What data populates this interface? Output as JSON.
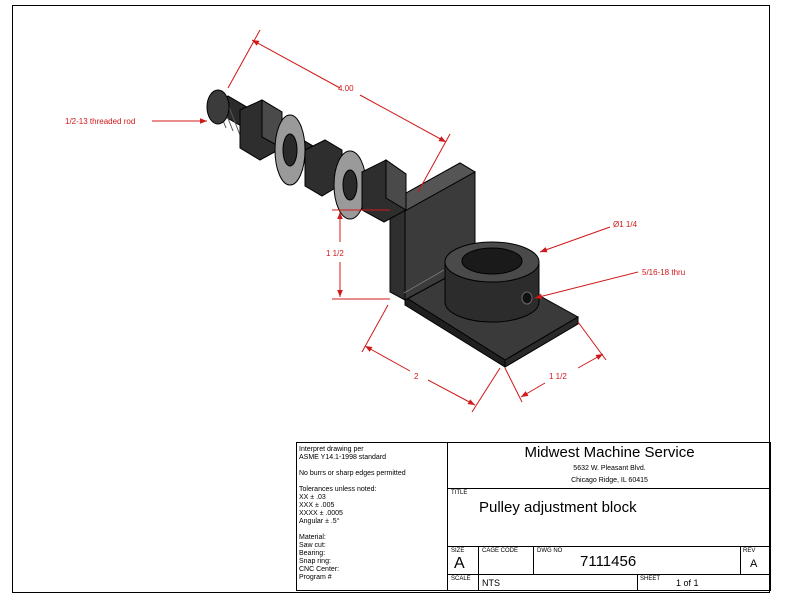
{
  "drawing": {
    "callouts": {
      "rod": "1/2-13 threaded rod",
      "length": "4.00",
      "height": "1 1/2",
      "bore": "Ø1 1/4",
      "hole": "5/16-18 thru",
      "width": "2",
      "depth": "1 1/2"
    }
  },
  "notes": {
    "interpret_1": "Interpret drawing per",
    "interpret_2": "ASME Y14.1-1998 standard",
    "burrs": "No burrs or sharp edges permitted",
    "tol_heading": "Tolerances unless noted:",
    "tol_xx": "XX ± .03",
    "tol_xxx": "XXX ± .005",
    "tol_xxxx": "XXXX ± .0005",
    "tol_angular": "Angular ± .5°",
    "material": "Material:",
    "saw_cut": "Saw cut:",
    "bearing": "Bearing:",
    "snap_ring": "Snap ring:",
    "cnc_center": "CNC Center:",
    "program": "Program #"
  },
  "title_block": {
    "company": "Midwest Machine Service",
    "address_1": "5632 W. Pleasant Blvd.",
    "address_2": "Chicago Ridge, IL 60415",
    "title_label": "TITLE",
    "title": "Pulley adjustment block",
    "size_label": "SIZE",
    "size": "A",
    "cage_label": "CAGE CODE",
    "dwg_label": "DWG NO",
    "dwg_no": "7111456",
    "rev_label": "REV",
    "rev": "A",
    "scale_label": "SCALE",
    "scale": "NTS",
    "sheet_label": "SHEET",
    "sheet": "1 of 1"
  },
  "colors": {
    "dimension": "#d01818",
    "part": "#2b2b2b"
  }
}
